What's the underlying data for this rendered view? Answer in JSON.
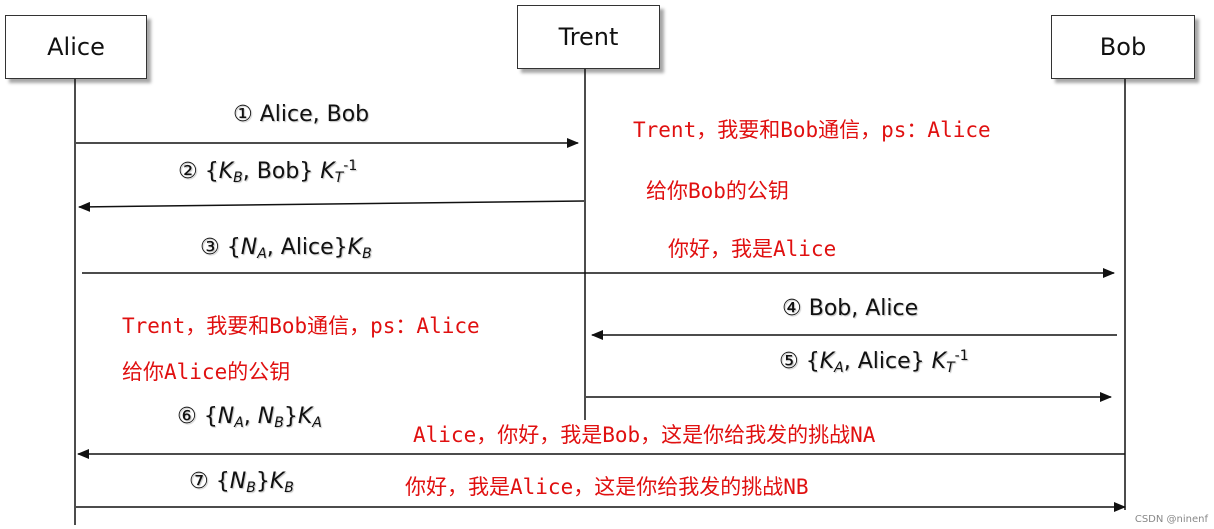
{
  "participants": {
    "alice": "Alice",
    "trent": "Trent",
    "bob": "Bob"
  },
  "messages": {
    "m1": {
      "num": "①",
      "text": "Alice, Bob"
    },
    "m2": {
      "num": "②",
      "open": "{",
      "k": "K",
      "k_sub": "B",
      "mid": ", Bob} ",
      "k2": "K",
      "k2_sub": "T",
      "sup": "-1"
    },
    "m3": {
      "num": "③",
      "open": "{",
      "n": "N",
      "n_sub": "A",
      "mid": ", Alice}",
      "k": "K",
      "k_sub": "B"
    },
    "m4": {
      "num": "④",
      "text": "Bob, Alice"
    },
    "m5": {
      "num": "⑤",
      "open": "{",
      "k": "K",
      "k_sub": "A",
      "mid": ", Alice} ",
      "k2": "K",
      "k2_sub": "T",
      "sup": "-1"
    },
    "m6": {
      "num": "⑥",
      "open": "{",
      "n": "N",
      "n_sub": "A",
      "sep": ", ",
      "n2": "N",
      "n2_sub": "B",
      "close": "}",
      "k": "K",
      "k_sub": "A"
    },
    "m7": {
      "num": "⑦",
      "open": "{",
      "n": "N",
      "n_sub": "B",
      "close": "}",
      "k": "K",
      "k_sub": "B"
    }
  },
  "notes": {
    "n1": "Trent，我要和Bob通信，ps：Alice",
    "n2": "给你Bob的公钥",
    "n3": "你好，我是Alice",
    "n4": "Trent，我要和Bob通信，ps：Alice",
    "n5": "给你Alice的公钥",
    "n6": "Alice，你好，我是Bob，这是你给我发的挑战NA",
    "n7": "你好，我是Alice，这是你给我发的挑战NB"
  },
  "watermark": "CSDN @ninenf",
  "colors": {
    "note": "#e01010",
    "line": "#111111"
  }
}
